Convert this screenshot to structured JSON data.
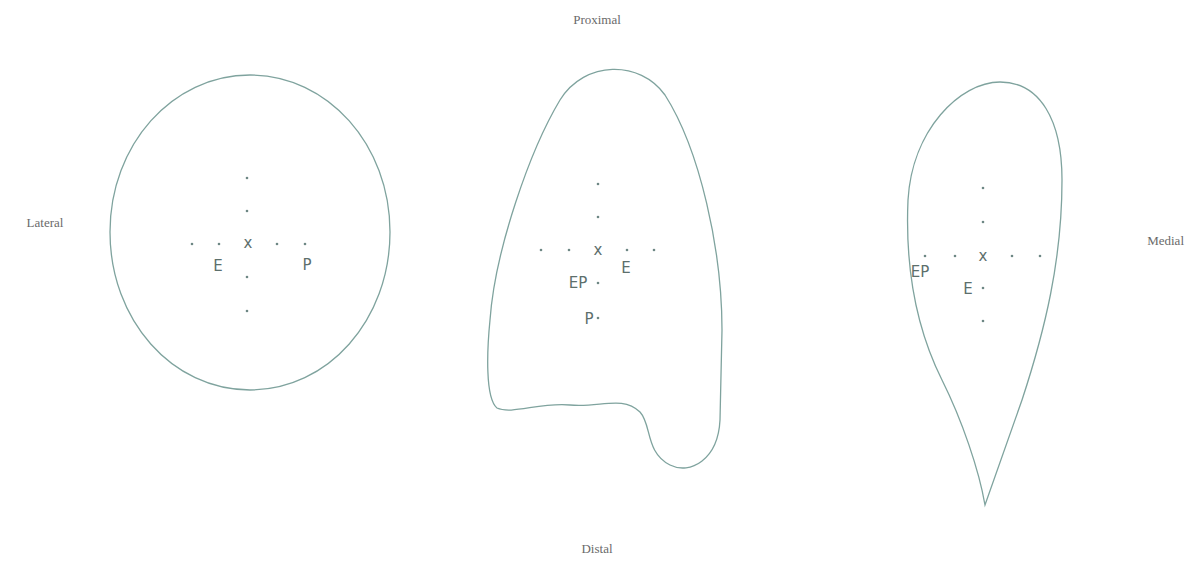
{
  "diagram": {
    "nodes": [
      {
        "text": [
          "x",
          "E",
          "P"
        ]
      },
      {
        "text": [
          "x",
          "E",
          "EP",
          "P"
        ]
      },
      {
        "text": [
          "EP",
          "x",
          "E"
        ]
      }
    ],
    "labels": [
      "Proximal",
      "Lateral",
      "Medial",
      "Distal"
    ]
  }
}
